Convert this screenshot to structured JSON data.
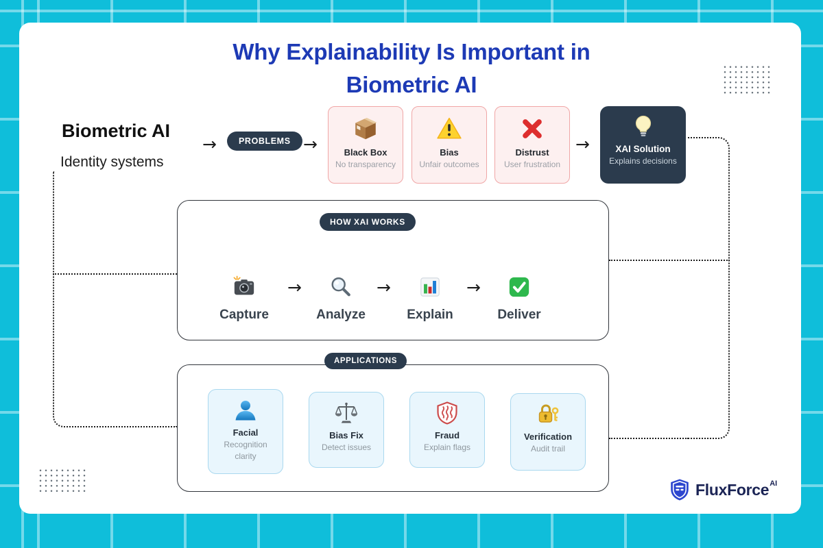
{
  "title": {
    "line1": "Why Explainability Is Important in",
    "line2": "Biometric AI"
  },
  "intro": {
    "heading": "Biometric AI",
    "subheading": "Identity systems"
  },
  "glyphs": {
    "arrow": "→"
  },
  "flow": {
    "problems_label": "PROBLEMS",
    "problem_cards": [
      {
        "icon": "package-icon",
        "title": "Black Box",
        "subtitle": "No transparency"
      },
      {
        "icon": "warning-icon",
        "title": "Bias",
        "subtitle": "Unfair outcomes"
      },
      {
        "icon": "cross-icon",
        "title": "Distrust",
        "subtitle": "User frustration"
      }
    ],
    "solution_card": {
      "icon": "bulb-icon",
      "title": "XAI Solution",
      "subtitle": "Explains decisions"
    }
  },
  "how_xai_works": {
    "label": "HOW XAI WORKS",
    "steps": [
      {
        "icon": "camera-icon",
        "label": "Capture"
      },
      {
        "icon": "magnifier-icon",
        "label": "Analyze"
      },
      {
        "icon": "chart-icon",
        "label": "Explain"
      },
      {
        "icon": "check-icon",
        "label": "Deliver"
      }
    ]
  },
  "applications": {
    "label": "APPLICATIONS",
    "cards": [
      {
        "icon": "person-icon",
        "title": "Facial",
        "subtitle": "Recognition clarity"
      },
      {
        "icon": "scale-icon",
        "title": "Bias Fix",
        "subtitle": "Detect issues"
      },
      {
        "icon": "shield-icon",
        "title": "Fraud",
        "subtitle": "Explain flags"
      },
      {
        "icon": "lock-icon",
        "title": "Verification",
        "subtitle": "Audit trail"
      }
    ]
  },
  "footer": {
    "brand": "FluxForce",
    "brand_suffix": "AI"
  },
  "colors": {
    "background": "#0fbeda",
    "grid_line": "rgba(255,255,255,0.42)",
    "canvas": "#ffffff",
    "title_blue": "#1d3ab5",
    "navy": "#2b3b4d",
    "problem_bg": "#fdf0f0",
    "problem_border": "#f0a6a6",
    "application_bg": "#e9f6fd",
    "application_border": "#a9d8ef",
    "connector": "#1c1c1c",
    "brand_navy": "#1b2455",
    "brand_shield_blue": "#2d46cf"
  }
}
